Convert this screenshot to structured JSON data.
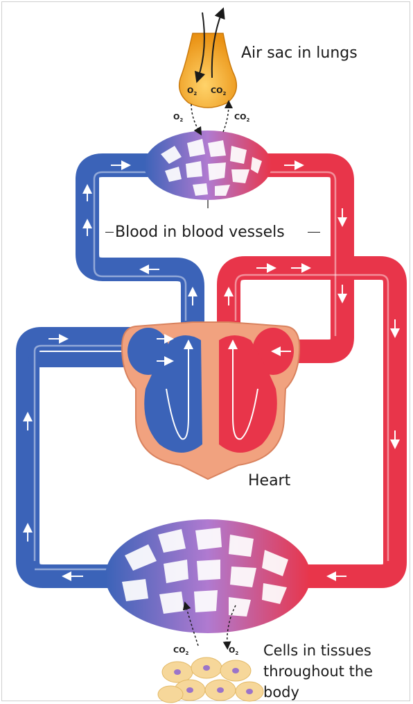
{
  "labels": {
    "air_sac": "Air sac in lungs",
    "blood_vessels": "Blood in blood vessels",
    "heart": "Heart",
    "cells_line1": "Cells in tissues",
    "cells_line2": "throughout the",
    "cells_line3": "body"
  },
  "gas_labels": {
    "o2": "O",
    "co2": "CO",
    "subscript": "2"
  },
  "colors": {
    "deoxygenated": "#3b63b8",
    "oxygenated": "#e8354a",
    "capillary_mix": "#b07ad0",
    "heart_wall": "#f1a27f",
    "air_sac": "#f4a623",
    "tissue_cells": "#f6d79a",
    "cell_nucleus": "#9b74c9"
  }
}
